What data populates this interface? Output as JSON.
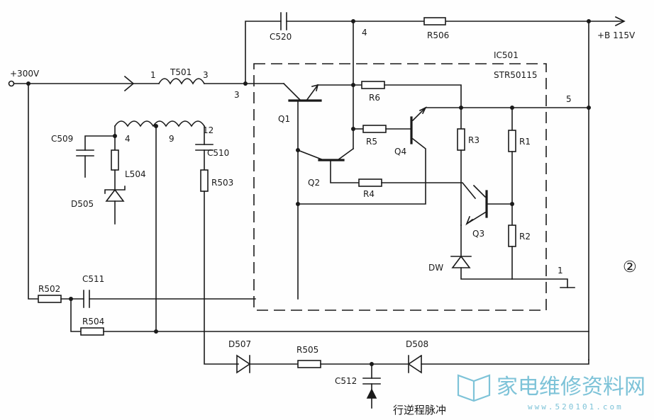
{
  "labels": {
    "input_voltage": "+300V",
    "output_voltage": "+B 115V",
    "ic_name": "IC501",
    "ic_part": "STR50115",
    "figure_number": "②",
    "pulse_input": "行逆程脉冲"
  },
  "components": {
    "T501": "T501",
    "C520": "C520",
    "R506": "R506",
    "C509": "C509",
    "L504": "L504",
    "D505": "D505",
    "C510": "C510",
    "R503": "R503",
    "R502": "R502",
    "C511": "C511",
    "R504": "R504",
    "D507": "D507",
    "R505": "R505",
    "D508": "D508",
    "C512": "C512",
    "Q1": "Q1",
    "Q2": "Q2",
    "Q3": "Q3",
    "Q4": "Q4",
    "R1": "R1",
    "R2": "R2",
    "R3": "R3",
    "R4": "R4",
    "R5": "R5",
    "R6": "R6",
    "DW": "DW"
  },
  "pins": {
    "t_pin1": "1",
    "t_pin3": "3",
    "ic_pin3": "3",
    "ic_pin4": "4",
    "ic_pin5": "5",
    "ic_pin1": "1",
    "tap4": "4",
    "tap9": "9",
    "tap12": "12"
  },
  "watermark": {
    "text": "家电维修资料网",
    "url": "www.520101.com"
  }
}
